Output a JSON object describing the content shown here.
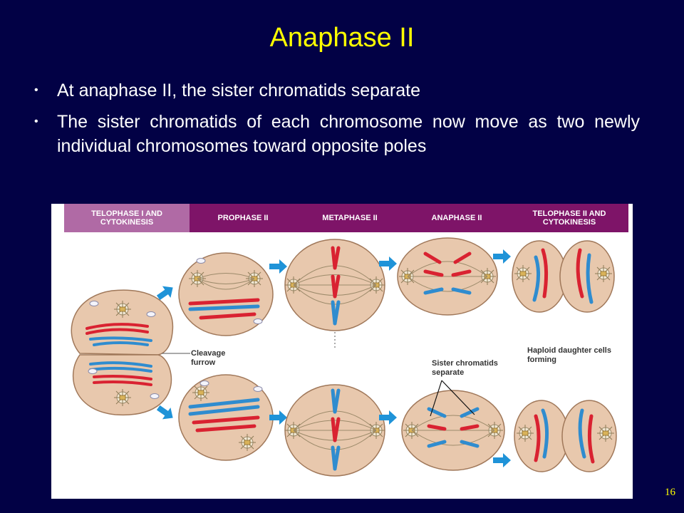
{
  "slide": {
    "title": "Anaphase II",
    "bullets": [
      "At anaphase II, the sister chromatids separate",
      "The sister chromatids of each chromosome now move as two newly individual chromosomes toward opposite poles"
    ],
    "slide_number": "16"
  },
  "figure": {
    "phases": {
      "telophase1": "TELOPHASE I AND CYTOKINESIS",
      "prophase2": "PROPHASE II",
      "metaphase2": "METAPHASE II",
      "anaphase2": "ANAPHASE II",
      "telophase2": "TELOPHASE II AND CYTOKINESIS"
    },
    "labels": {
      "cleavage_furrow": "Cleavage furrow",
      "sister_chromatids": "Sister chromatids separate",
      "haploid": "Haploid daughter cells forming"
    },
    "colors": {
      "background": "#020145",
      "title": "#ffff00",
      "header_light": "#b06aa5",
      "header_dark": "#7e1468",
      "cell": "#e8c8ad",
      "chromosome_red": "#d92231",
      "chromosome_blue": "#2f8ccf",
      "arrow": "#1f93d8"
    }
  }
}
